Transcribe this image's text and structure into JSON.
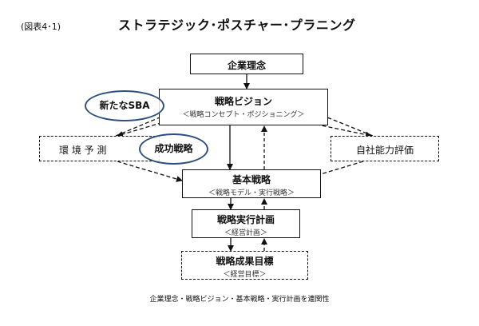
{
  "header": {
    "figure_label": "(図表4･1)",
    "title": "ストラテジック･ポスチャー･プラニング"
  },
  "boxes": {
    "philosophy": "企業理念",
    "vision": {
      "main": "戦略ビジョン",
      "sub": "＜戦略コンセプト・ポジショニング＞"
    },
    "environment": "環 境 予 測",
    "capability": "自社能力評価",
    "basic": {
      "main": "基本戦略",
      "sub": "＜戦略モデル・実行戦略＞"
    },
    "execution": {
      "main": "戦略実行計画",
      "sub": "＜経営計画＞"
    },
    "results": {
      "main": "戦略成果目標",
      "sub": "＜経営目標＞"
    }
  },
  "ovals": {
    "new_sba": "新たなSBA",
    "success": "成功戦略"
  },
  "caption": "企業理念・戦略ビジョン・基本戦略・実行計画を連関性"
}
